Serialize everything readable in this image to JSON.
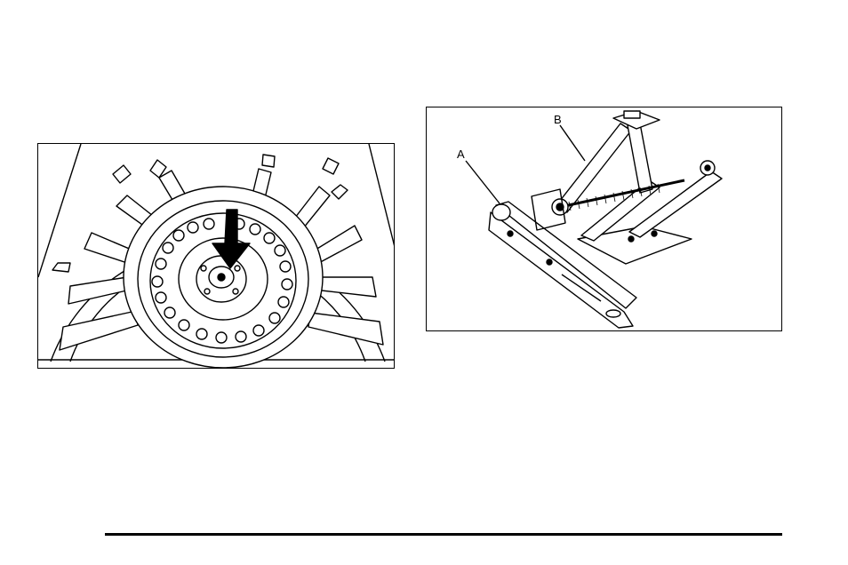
{
  "page": {
    "figures": [
      {
        "id": "spare-tire",
        "icon": "spare-tire-illustration"
      },
      {
        "id": "scissor-jack",
        "icon": "scissor-jack-illustration",
        "callouts": [
          "A",
          "B"
        ]
      }
    ]
  }
}
